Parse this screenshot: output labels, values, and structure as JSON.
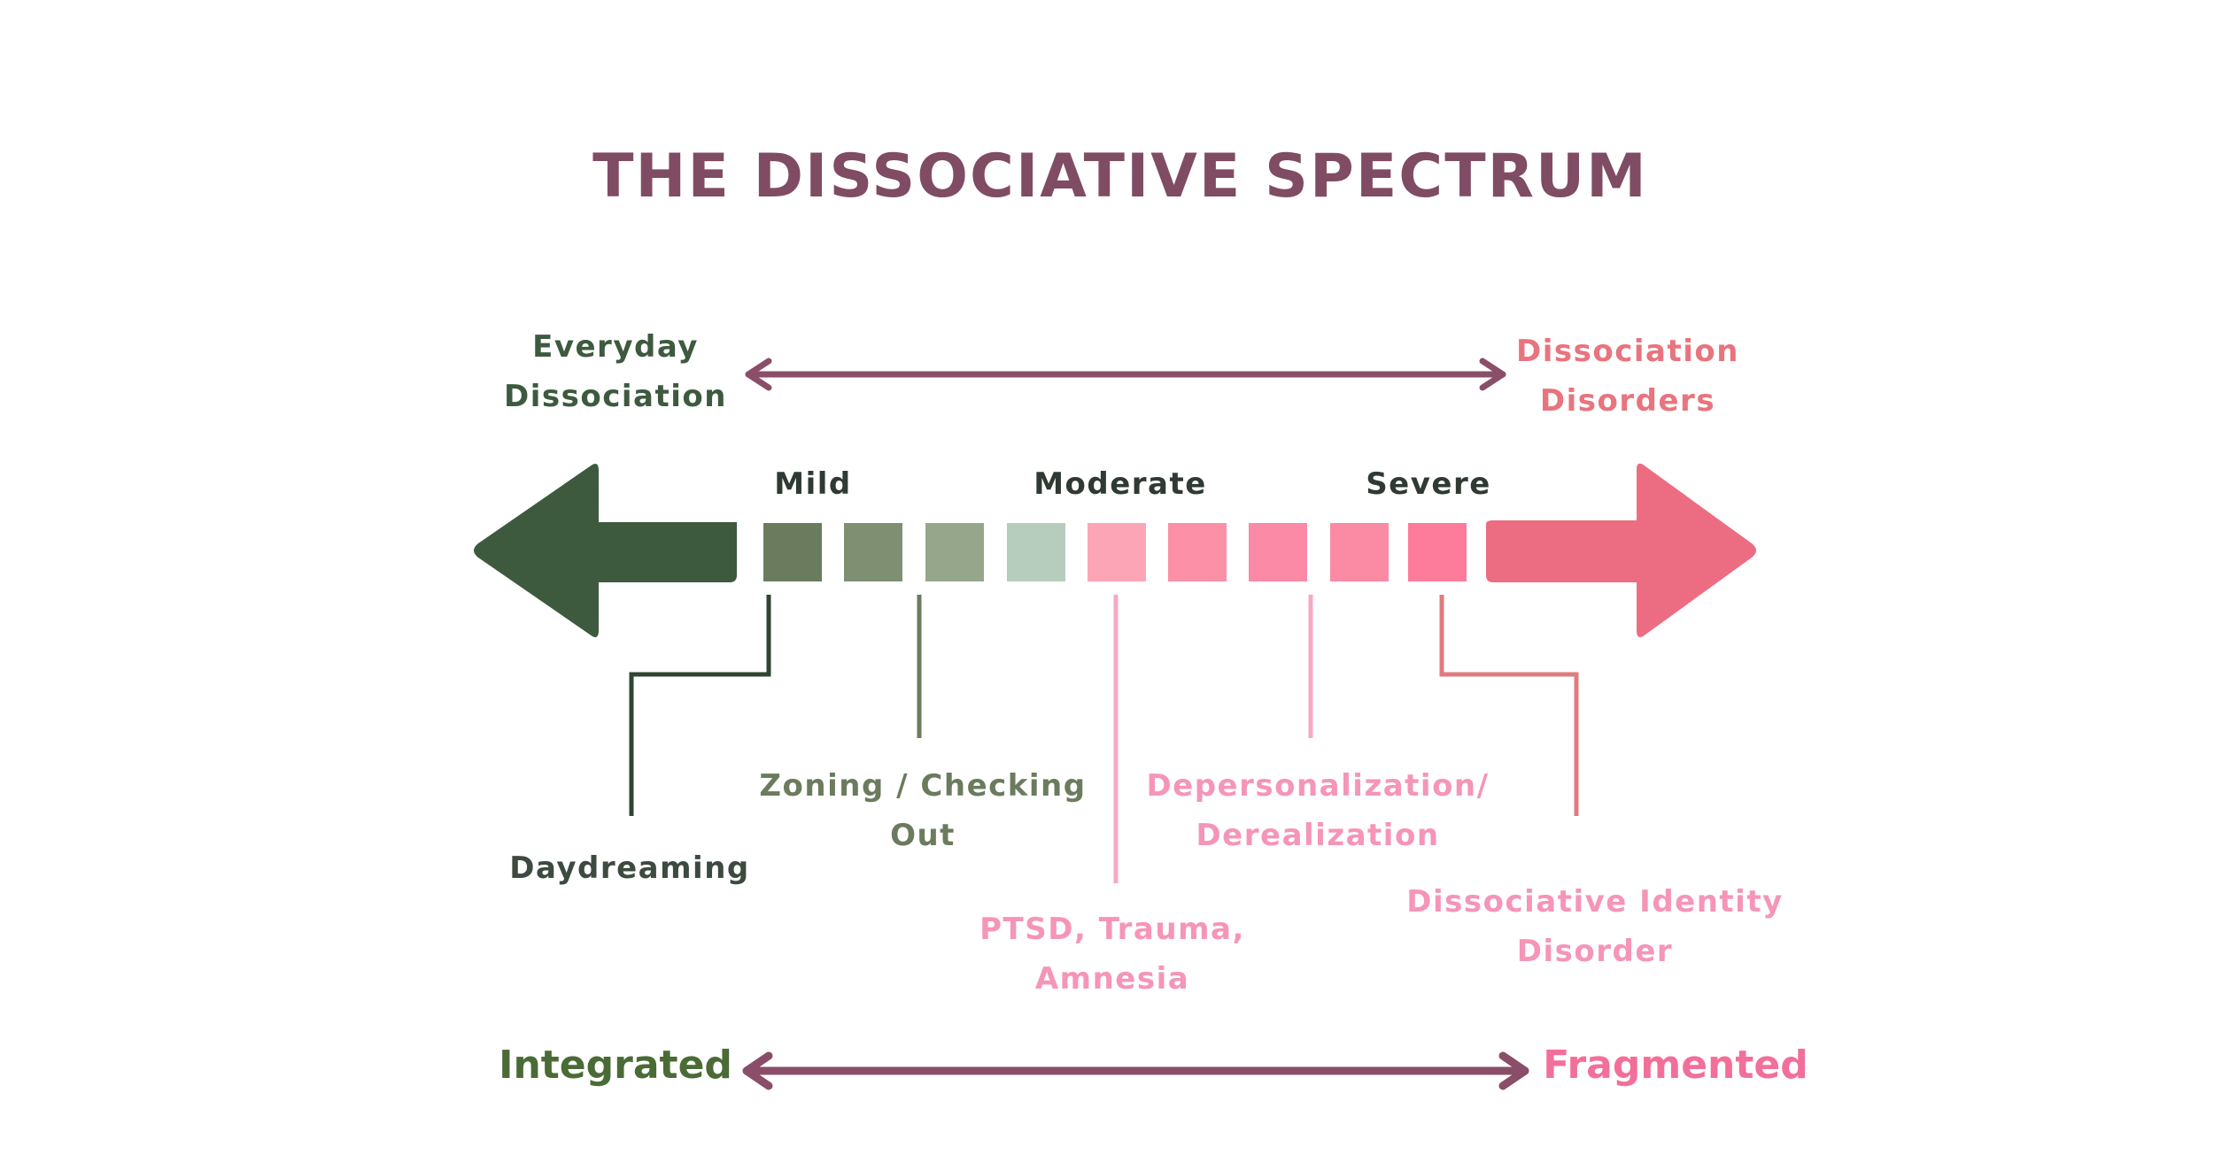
{
  "title": "THE DISSOCIATIVE SPECTRUM",
  "top_range": {
    "left_line1": "Everyday",
    "left_line2": "Dissociation",
    "right_line1": "Dissociation",
    "right_line2": "Disorders"
  },
  "levels": {
    "mild": "Mild",
    "moderate": "Moderate",
    "severe": "Severe"
  },
  "examples": {
    "daydreaming": "Daydreaming",
    "zoning_line1": "Zoning / Checking",
    "zoning_line2": "Out",
    "ptsd_line1": "PTSD, Trauma,",
    "ptsd_line2": "Amnesia",
    "depers_line1": "Depersonalization/",
    "depers_line2": "Derealization",
    "did_line1": "Dissociative Identity",
    "did_line2": "Disorder"
  },
  "bottom_range": {
    "left": "Integrated",
    "right": "Fragmented"
  },
  "colors": {
    "title": "#7f4c63",
    "range_arrow": "#8a4e68",
    "dark_green": "#3d5a3f",
    "olive": "#6b7b5e",
    "brand_green": "#4a6b35",
    "salmon": "#e8747e",
    "pink_light": "#f595b8",
    "pink_bright": "#f26f9a",
    "squares": [
      "#6b7c5e",
      "#7e8f72",
      "#95a68a",
      "#b6ccbd",
      "#fca5b6",
      "#fb90a6",
      "#fb8aa6",
      "#fb8aa4",
      "#fd7c9b"
    ]
  }
}
